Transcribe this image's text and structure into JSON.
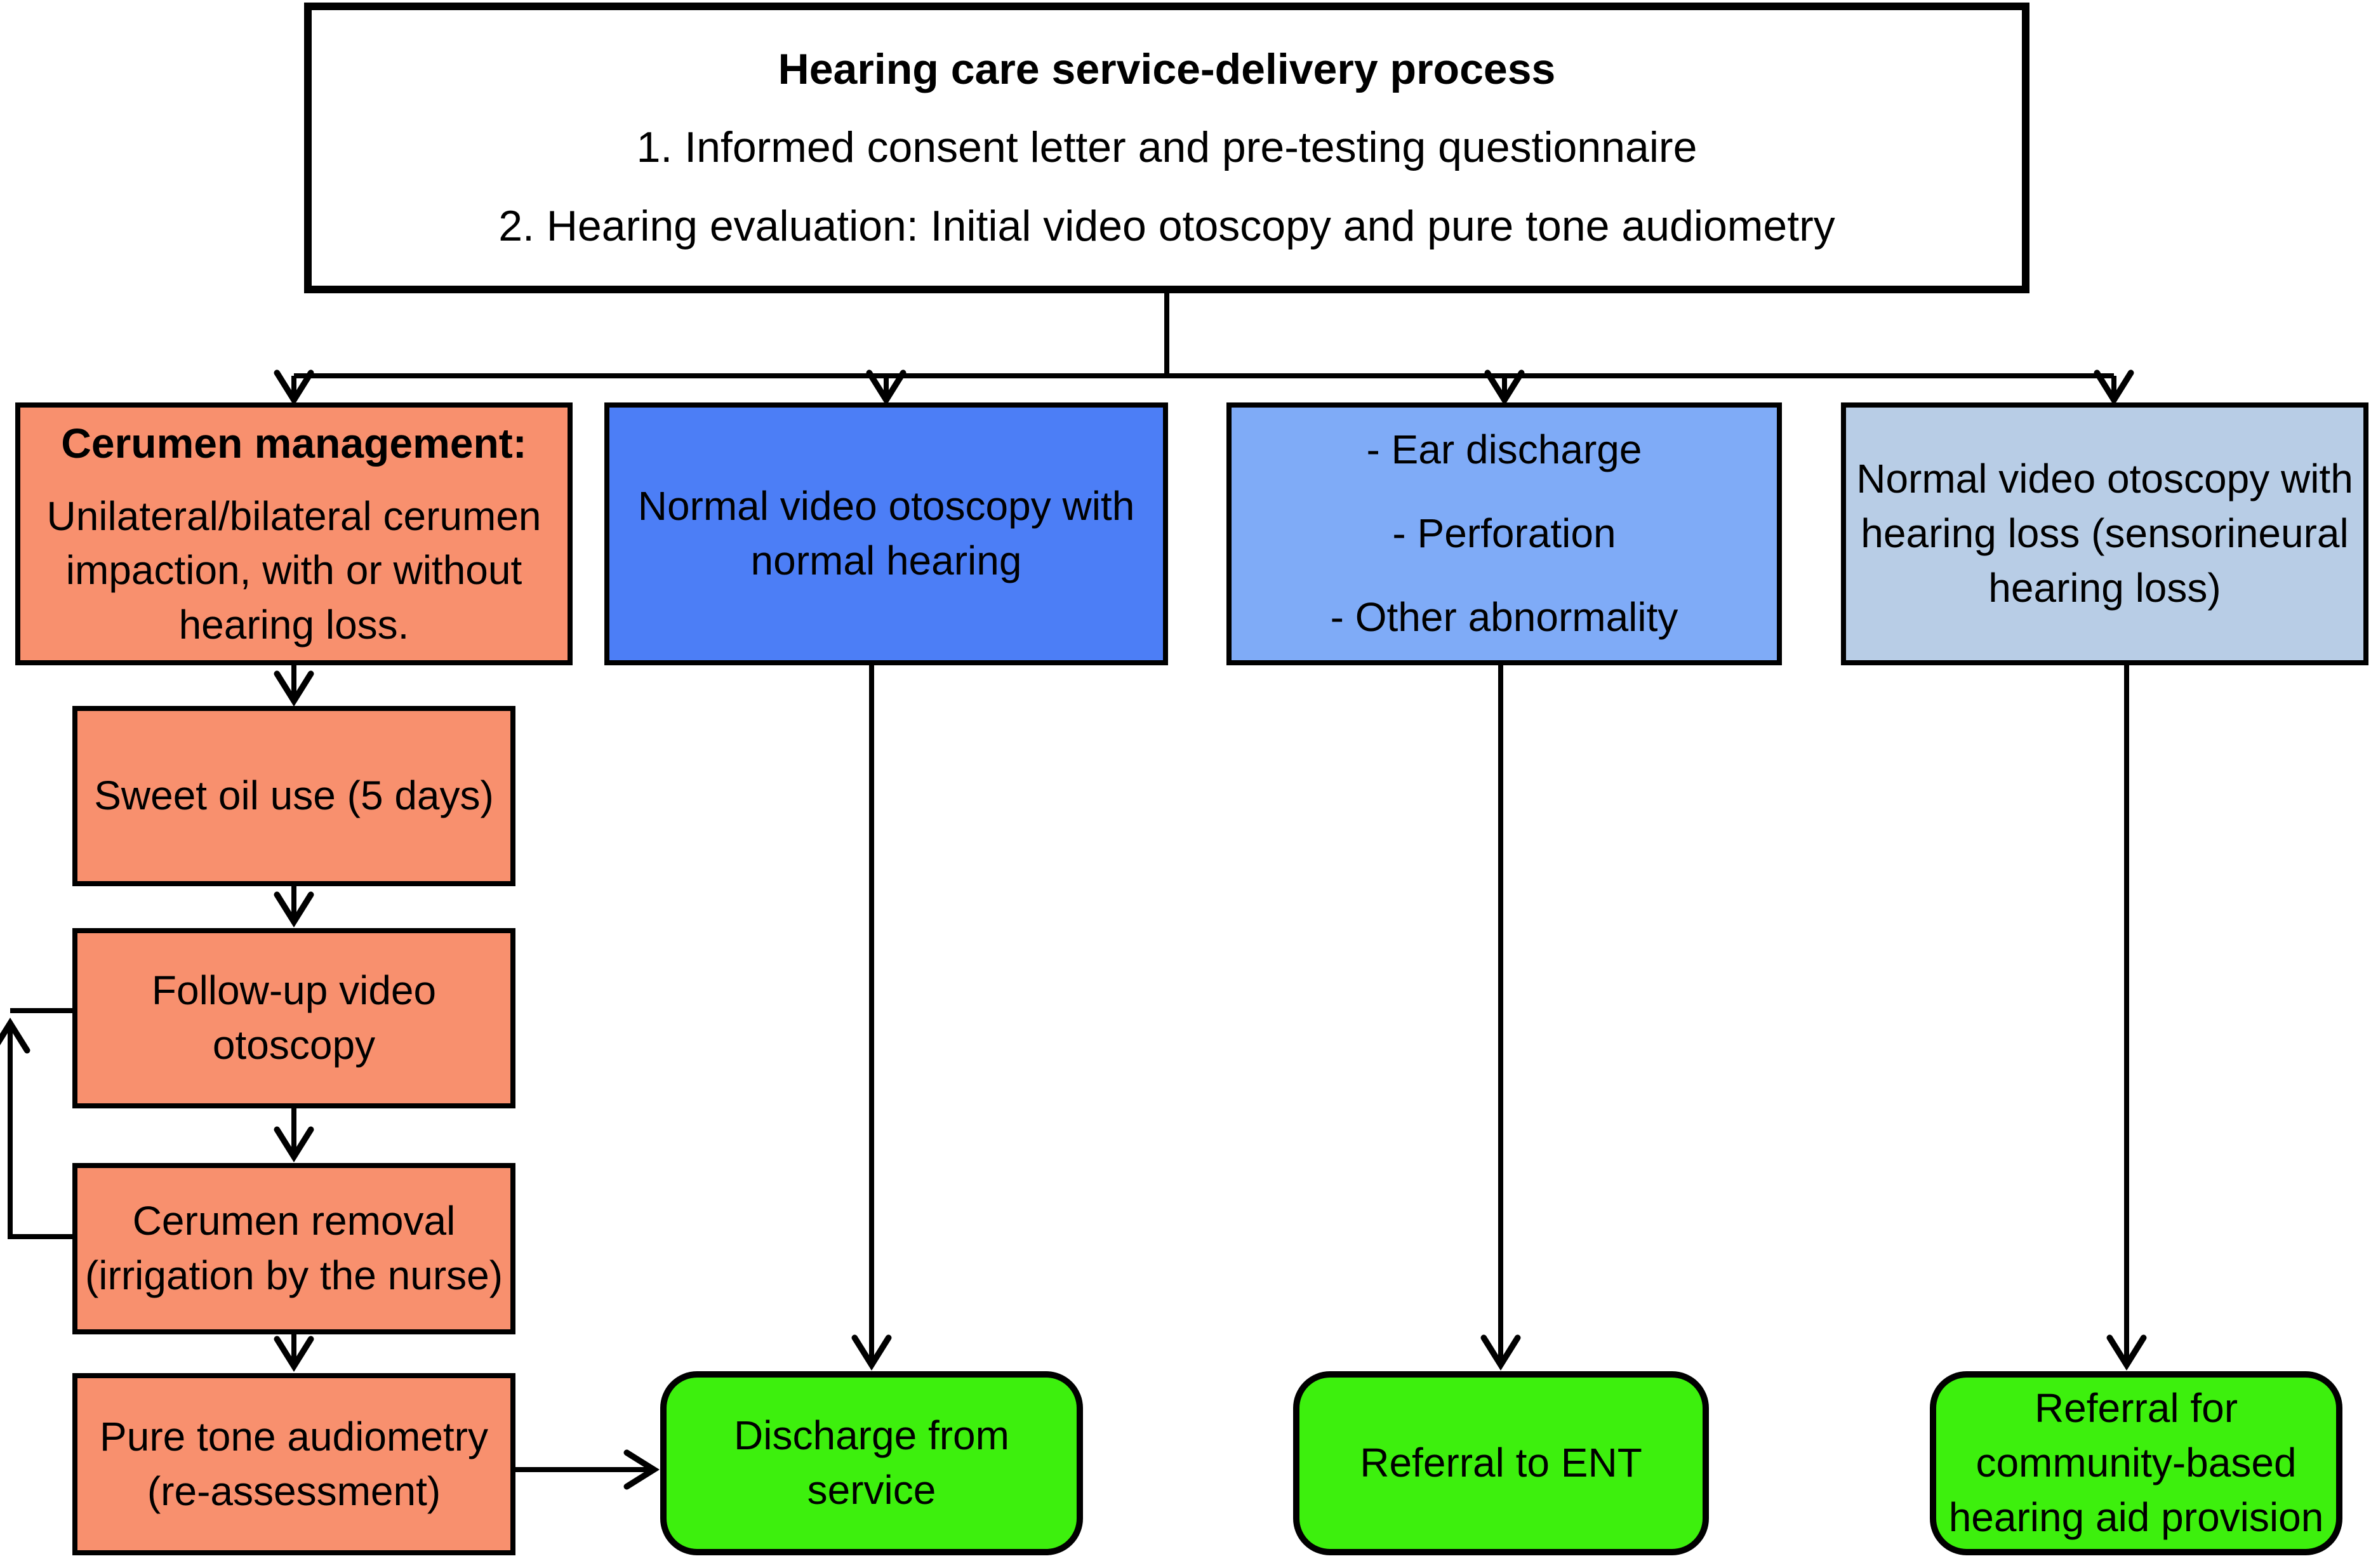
{
  "title_box": {
    "title": "Hearing care service-delivery process",
    "steps": [
      "1. Informed consent letter and pre-testing questionnaire",
      "2. Hearing evaluation: Initial video otoscopy and pure tone audiometry"
    ]
  },
  "branch_boxes": [
    {
      "name": "cerumen-management",
      "heading": "Cerumen management:",
      "lines": [
        "Unilateral/bilateral cerumen",
        "impaction, with or without",
        "hearing loss."
      ],
      "fill": "#F8906E"
    },
    {
      "name": "normal-otoscopy-normal-hearing",
      "lines": [
        "Normal video otoscopy with",
        "normal hearing"
      ],
      "fill": "#4C7EF6"
    },
    {
      "name": "otoscopy-abnormalities",
      "lines": [
        "- Ear discharge",
        "- Perforation",
        "- Other abnormality"
      ],
      "fill": "#7FABF7"
    },
    {
      "name": "normal-otoscopy-hearing-loss",
      "lines": [
        "Normal video otoscopy with",
        "hearing loss (sensorineural",
        "hearing loss)"
      ],
      "fill": "#B8CDE6"
    }
  ],
  "cerumen_steps": [
    {
      "name": "sweet-oil-use",
      "lines": [
        "Sweet oil use (5 days)"
      ],
      "fill": "#F8906E"
    },
    {
      "name": "follow-up-video-otoscopy",
      "lines": [
        "Follow-up video",
        "otoscopy"
      ],
      "fill": "#F8906E"
    },
    {
      "name": "cerumen-removal",
      "lines": [
        "Cerumen removal",
        "(irrigation by the nurse)"
      ],
      "fill": "#F8906E"
    },
    {
      "name": "pure-tone-audiometry",
      "lines": [
        "Pure tone audiometry",
        "(re-assessment)"
      ],
      "fill": "#F8906E"
    }
  ],
  "outcome_boxes": [
    {
      "name": "discharge-from-service",
      "lines": [
        "Discharge from",
        "service"
      ],
      "fill": "#3DF00D"
    },
    {
      "name": "referral-to-ent",
      "lines": [
        "Referral to ENT"
      ],
      "fill": "#3DF00D"
    },
    {
      "name": "referral-hearing-aid",
      "lines": [
        "Referral for",
        "community-based",
        "hearing aid provision"
      ],
      "fill": "#3DF00D"
    }
  ],
  "colors": {
    "coral": "#F8906E",
    "blue": "#4C7EF6",
    "light_blue": "#7FABF7",
    "pale_blue": "#B8CDE6",
    "green": "#3DF00D",
    "line": "#000000",
    "background": "#FFFFFF"
  }
}
